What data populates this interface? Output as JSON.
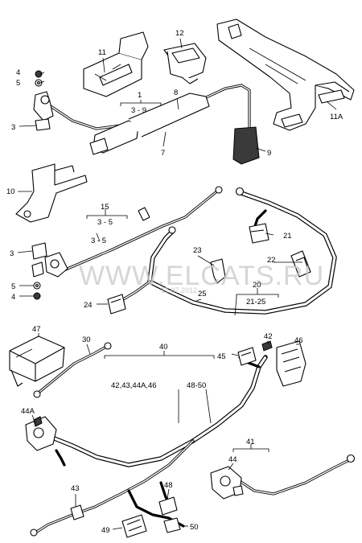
{
  "watermark": {
    "site": "WWW.ELCATS.RU",
    "date": "17.07.2012"
  },
  "callouts": {
    "c1": "1",
    "c3_9": "3 - 9",
    "c3a": "3",
    "c4a": "4",
    "c5a": "5",
    "c7": "7",
    "c8": "8",
    "c9": "9",
    "c11": "11",
    "c11A": "11A",
    "c12": "12",
    "c10": "10",
    "c15": "15",
    "c3_5a": "3 - 5",
    "c3_5b": "3 - 5",
    "c3b": "3",
    "c5b": "5",
    "c4b": "4",
    "c21": "21",
    "c22": "22",
    "c23": "23",
    "c24": "24",
    "c25": "25",
    "c20": "20",
    "c21_25": "21-25",
    "c30": "30",
    "c40": "40",
    "c40_list": "42,43,44A,46",
    "c48_50": "48-50",
    "c41": "41",
    "c42": "42",
    "c43": "43",
    "c44": "44",
    "c44A": "44A",
    "c45": "45",
    "c46": "46",
    "c47": "47",
    "c48": "48",
    "c49": "49",
    "c50": "50"
  }
}
